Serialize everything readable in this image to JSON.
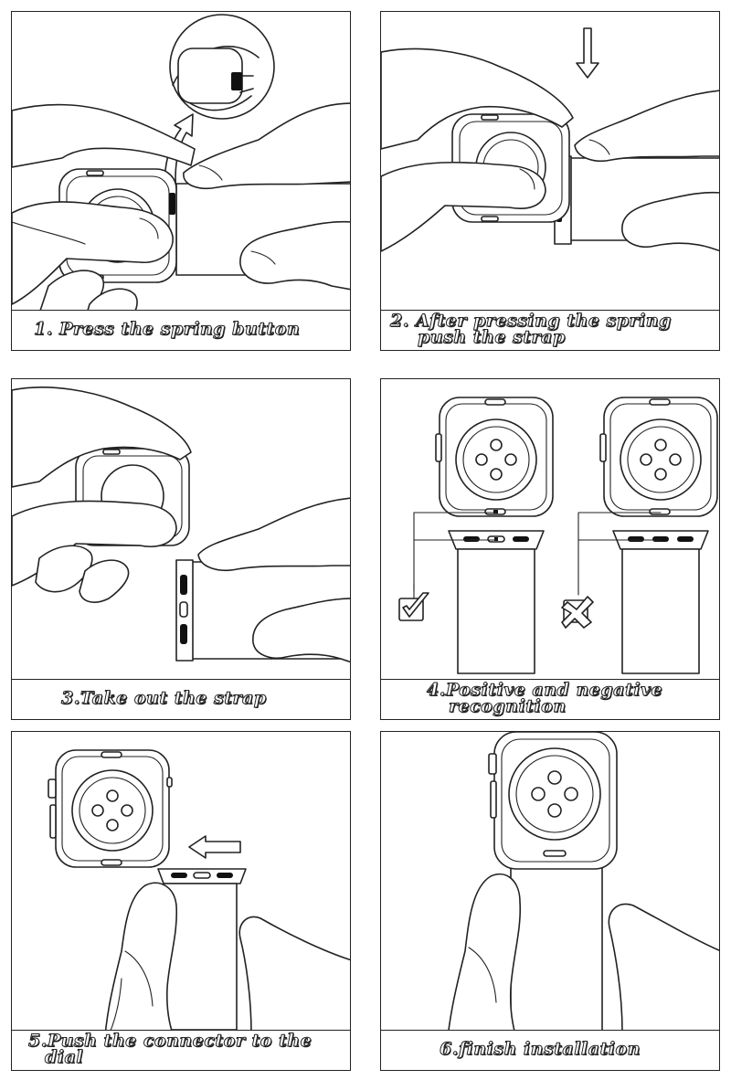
{
  "steps": [
    {
      "caption_line1": "1. Press the spring button",
      "caption_line2": ""
    },
    {
      "caption_line1": "2. After pressing the spring",
      "caption_line2": "push the strap"
    },
    {
      "caption_line1": "3.Take out the strap",
      "caption_line2": ""
    },
    {
      "caption_line1": "4.Positive and negative",
      "caption_line2": "recognition"
    },
    {
      "caption_line1": "5.Push the connector to the",
      "caption_line2": "dial"
    },
    {
      "caption_line1": "6.finish installation",
      "caption_line2": ""
    }
  ],
  "icons": {
    "correct": "check-box-icon",
    "wrong": "cross-box-icon",
    "push_direction": "arrow-down-icon",
    "insert_direction": "arrow-left-icon",
    "lift": "curved-arrow-up-icon"
  }
}
